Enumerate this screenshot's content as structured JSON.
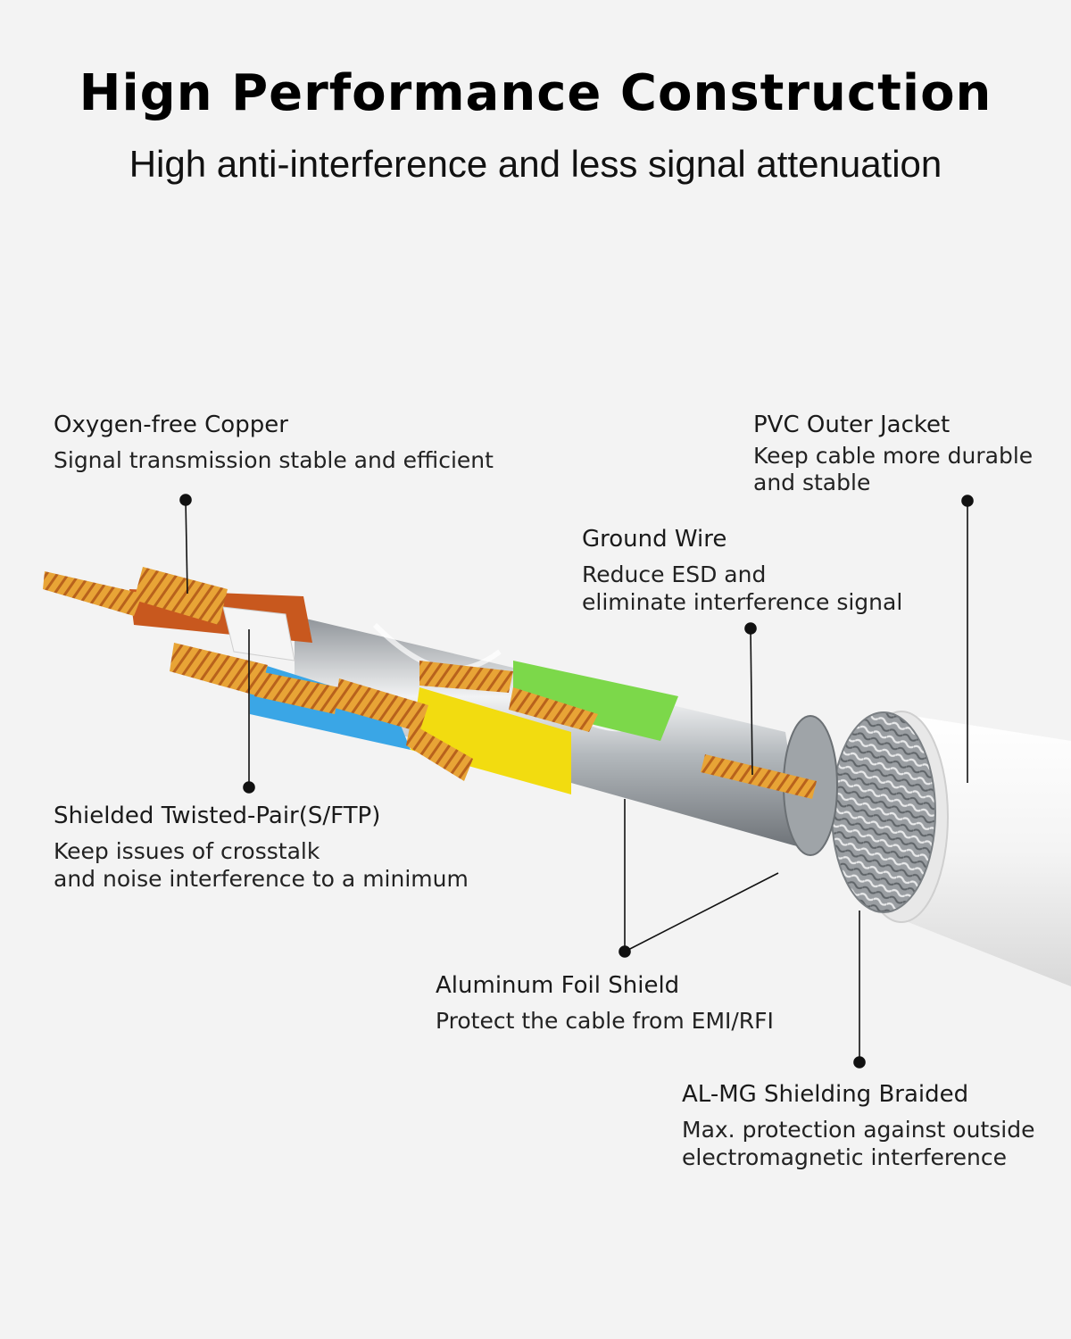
{
  "header": {
    "title": "Hign Performance Construction",
    "subtitle": "High anti-interference and less signal attenuation"
  },
  "callouts": {
    "copper": {
      "heading": "Oxygen-free Copper",
      "description": "Signal transmission stable and efficient"
    },
    "jacket": {
      "heading": "PVC Outer Jacket",
      "description": "Keep cable more durable\nand stable"
    },
    "ground": {
      "heading": "Ground Wire",
      "description": "Reduce ESD and\neliminate interference signal"
    },
    "stp": {
      "heading": "Shielded Twisted-Pair(S/FTP)",
      "description": "Keep issues of crosstalk\nand noise interference to a minimum"
    },
    "foil": {
      "heading": "Aluminum Foil Shield",
      "description": "Protect the cable from EMI/RFI"
    },
    "braid": {
      "heading": "AL-MG Shielding Braided",
      "description": "Max. protection against outside\nelectromagnetic interference"
    }
  },
  "colors": {
    "background": "#f3f3f3",
    "copper": "#e9a43a",
    "pair_orange": "#c8581e",
    "pair_blue": "#3aa6e6",
    "pair_green": "#7cd84a",
    "pair_yellow": "#f2dc10",
    "foil": "#b8bcc0",
    "jacket": "#f7f7f7"
  }
}
